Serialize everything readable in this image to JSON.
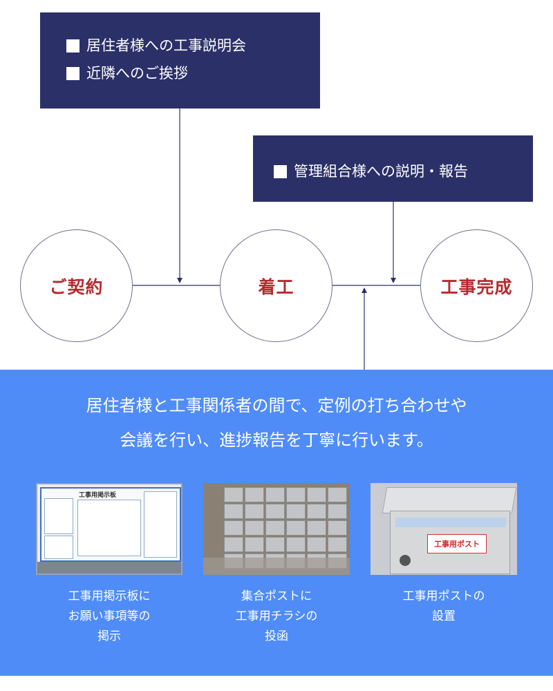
{
  "top_box": {
    "items": [
      "居住者様への工事説明会",
      "近隣へのご挨拶"
    ]
  },
  "mid_box": {
    "items": [
      "管理組合様への説明・報告"
    ]
  },
  "steps": [
    "ご契約",
    "着工",
    "工事完成"
  ],
  "description": {
    "lines": [
      "居住者様と工事関係者の間で、定例の打ち合わせや",
      "会議を行い、進捗報告を丁寧に行います。"
    ]
  },
  "photos": [
    {
      "board_title": "工事用掲示板",
      "caption_lines": [
        "工事用掲示板に",
        "お願い事項等の",
        "掲示"
      ]
    },
    {
      "caption_lines": [
        "集合ポストに",
        "工事用チラシの",
        "投函"
      ]
    },
    {
      "post_label": "工事用ポスト",
      "caption_lines": [
        "工事用ポストの",
        "設置"
      ]
    }
  ],
  "colors": {
    "navy": "#2b3068",
    "step_text": "#b52a2f",
    "blue_section": "#4f8cf7"
  }
}
